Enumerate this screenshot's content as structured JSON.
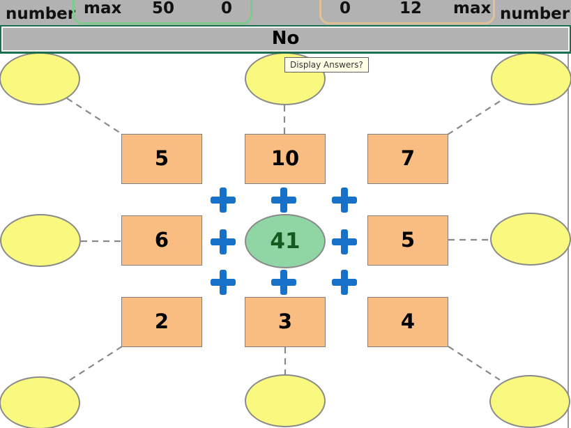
{
  "colors": {
    "topbar_bg": "#b2b2b2",
    "frame_green": "#1b6e4e",
    "left_group_border_green": "#7ecb8c",
    "right_group_border_tan": "#e2c096",
    "cell_orange": "#f9bc81",
    "spoke_ellipse_yellow": "#f9f97f",
    "center_ellipse_green": "#8fd6a4",
    "center_text_green": "#14591d",
    "plus_blue": "#1771c9",
    "shape_border_gray": "#8a8a8a"
  },
  "topbar": {
    "left_label": "number",
    "left_group": {
      "label": "max",
      "values": [
        "50",
        "0"
      ]
    },
    "right_group": {
      "values": [
        "0",
        "12"
      ],
      "label": "max"
    },
    "right_label": "number"
  },
  "answer_bar": {
    "label": "No"
  },
  "tooltip": {
    "text": "Display Answers?"
  },
  "puzzle": {
    "operator": "+",
    "center_value": "41",
    "addends": [
      "5",
      "10",
      "7",
      "6",
      "5",
      "2",
      "3",
      "4"
    ]
  }
}
